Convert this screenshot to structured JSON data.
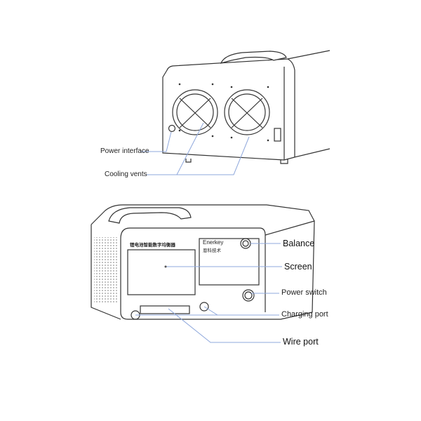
{
  "top_device": {
    "labels": {
      "power_interface": "Power interface",
      "cooling_vents": "Cooling vents"
    }
  },
  "bottom_device": {
    "labels": {
      "balance": "Balance",
      "screen": "Screen",
      "power_switch": "Power switch",
      "charging_port": "Charging port",
      "wire_port": "Wire port"
    },
    "brand": "Enerkey",
    "brand_cn": "恩科技术",
    "panel_title": "锂电池智能数字均衡器"
  },
  "colors": {
    "callout_line": "#8fa8dc",
    "outline": "#333333"
  }
}
